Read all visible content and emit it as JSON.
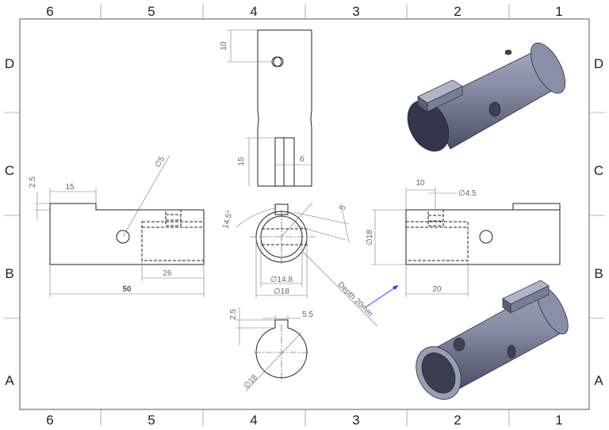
{
  "border": {
    "columns_top": [
      "6",
      "5",
      "4",
      "3",
      "2",
      "1"
    ],
    "columns_bottom": [
      "6",
      "5",
      "4",
      "3",
      "2",
      "1"
    ],
    "rows_left": [
      "D",
      "C",
      "B",
      "A"
    ],
    "rows_right": [
      "D",
      "C",
      "B",
      "A"
    ]
  },
  "views": {
    "top": {
      "dim_10": "10",
      "dim_15": "15",
      "dim_6": "6"
    },
    "front": {
      "dim_2_5": "2.5",
      "dim_15": "15",
      "dim_d5": "∅5",
      "dim_26": "26",
      "dim_50": "50"
    },
    "section": {
      "dim_14_5deg": "14.5°",
      "dim_5": "5",
      "dim_d14_8": "∅14.8",
      "dim_d18": "∅18",
      "note": "Depth 20mm"
    },
    "right": {
      "dim_10": "10",
      "dim_d4_5": "∅4.5",
      "dim_d18": "∅18",
      "dim_20": "20"
    },
    "bottom": {
      "dim_2_5": "2.5",
      "dim_5_5": "5.5",
      "dim_d18": "∅18"
    }
  },
  "colors": {
    "line": "#222222",
    "dimension": "#777777",
    "leader_blue": "#1a3cff",
    "iso_body": "#7d8299",
    "iso_dark": "#3a3d4d"
  }
}
